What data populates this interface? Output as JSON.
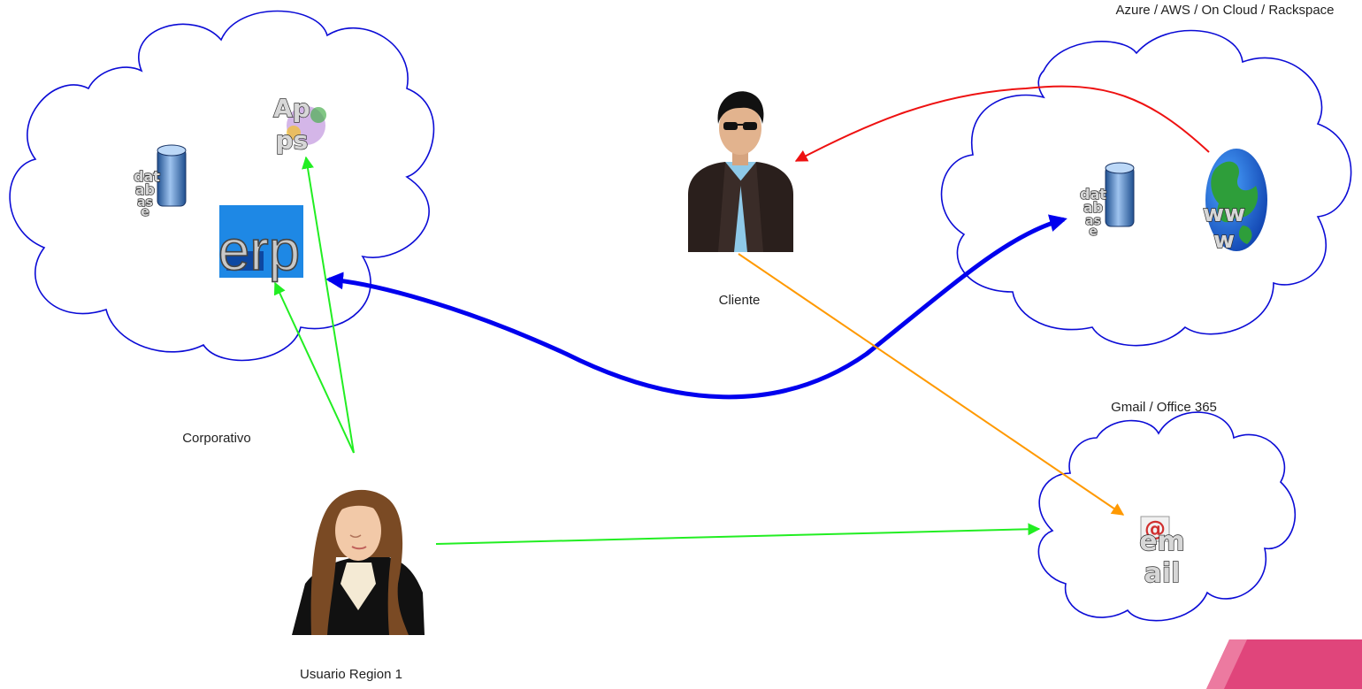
{
  "nodes": {
    "corporate_label": "Corporativo",
    "cloud_provider_label": "Azure / AWS / On Cloud / Rackspace",
    "email_provider_label": "Gmail / Office 365",
    "client_label": "Cliente",
    "user_label": "Usuario Region 1"
  },
  "icons": {
    "corp_database": [
      "dat",
      "ab",
      "as",
      "e"
    ],
    "apps": [
      "Ap",
      "ps"
    ],
    "erp": "erp",
    "cloud_database": [
      "dat",
      "ab",
      "as",
      "e"
    ],
    "www": [
      "ww",
      "w"
    ],
    "email": [
      "em",
      "ail"
    ]
  },
  "colors": {
    "cloud_stroke": "#0b0bd6",
    "main_link": "#0000ee",
    "user_links": "#22ee22",
    "web_to_client": "#ee1111",
    "client_to_email": "#ff9900",
    "corner_accent": "#e0457b"
  }
}
